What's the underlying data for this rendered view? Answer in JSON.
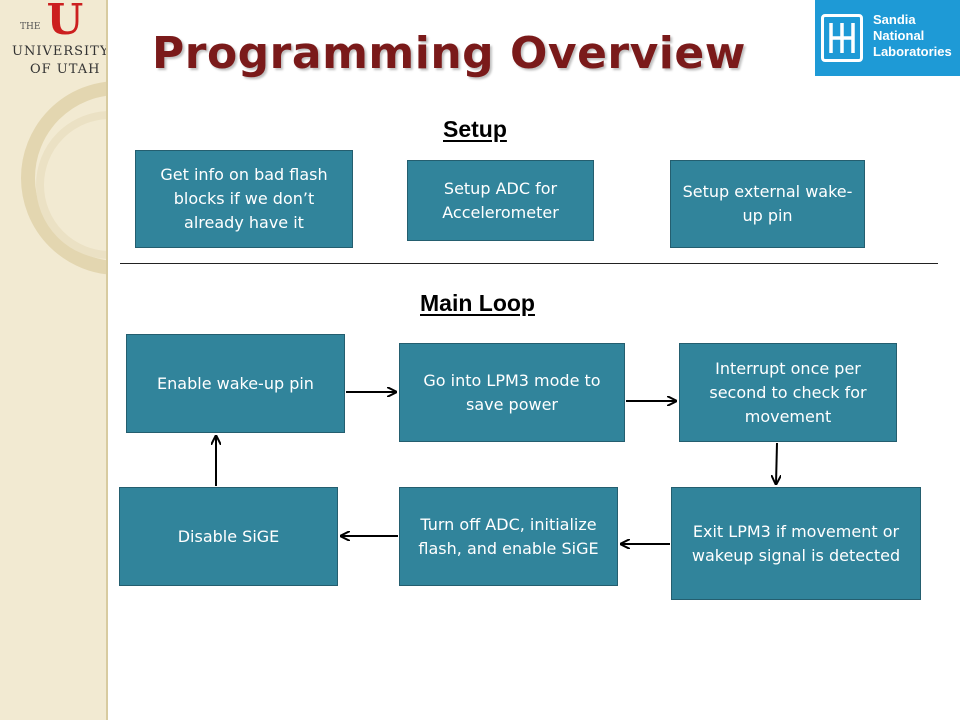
{
  "slide": {
    "title": "Programming Overview"
  },
  "logos": {
    "university": {
      "the": "THE",
      "line1": "UNIVERSITY",
      "line2": "OF UTAH"
    },
    "sandia": {
      "lines": [
        "Sandia",
        "National",
        "Laboratories"
      ]
    }
  },
  "colors": {
    "box_fill": "#31849b",
    "title": "#7a1a1a",
    "sandia_blue": "#1e9ad6",
    "uu_red": "#cc1f1f"
  },
  "setup": {
    "heading": "Setup",
    "boxes": [
      "Get info on bad flash blocks if we don’t already have it",
      "Setup ADC for Accelerometer",
      "Setup external wake-up pin"
    ]
  },
  "main_loop": {
    "heading": "Main Loop",
    "boxes": {
      "enable_wake": "Enable wake-up pin",
      "lpm3": "Go into LPM3 mode to save power",
      "interrupt": "Interrupt once per second to check for movement",
      "exit_lpm3": "Exit LPM3 if movement or wakeup signal is detected",
      "turn_off_adc": "Turn off ADC, initialize flash, and enable SiGE",
      "disable_sige": "Disable SiGE"
    }
  }
}
